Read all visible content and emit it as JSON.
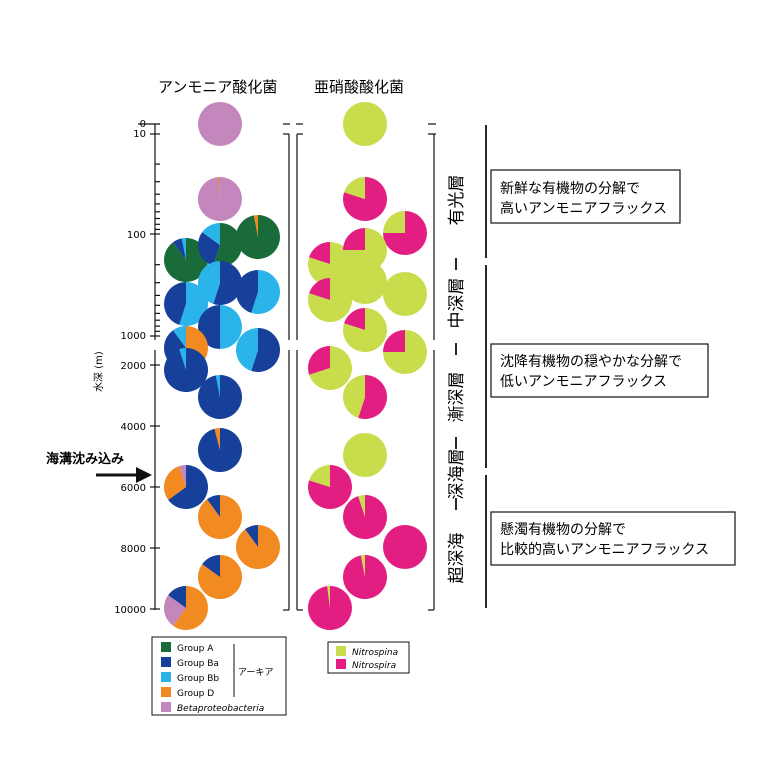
{
  "titles": {
    "ammonia_oxidizers": "アンモニア酸化菌",
    "nitrite_oxidizers": "亜硝酸酸化菌"
  },
  "axis": {
    "label": "水深 (m)",
    "ticks_log": [
      "0",
      "10",
      "100",
      "1000"
    ],
    "ticks_linear": [
      "2000",
      "4000",
      "6000",
      "8000",
      "10000"
    ]
  },
  "zones": {
    "euphotic": "有光層",
    "mesopelagic": "中深層",
    "bathypelagic": "漸深層",
    "abyssopelagic": "深海層",
    "hadal": "超深海"
  },
  "notes": {
    "note1_line1": "新鮮な有機物の分解で",
    "note1_line2": "高いアンモニアフラックス",
    "note2_line1": "沈降有機物の穏やかな分解で",
    "note2_line2": "低いアンモニアフラックス",
    "note3_line1": "懸濁有機物の分解で",
    "note3_line2": "比較的高いアンモニアフラックス"
  },
  "trench": {
    "label": "海溝沈み込み"
  },
  "legend_ammonia": {
    "items": [
      {
        "label": "Group A",
        "color": "#1a6b3a"
      },
      {
        "label": "Group Ba",
        "color": "#16409a"
      },
      {
        "label": "Group Bb",
        "color": "#2ab4ea"
      },
      {
        "label": "Group D",
        "color": "#f28a22"
      },
      {
        "label": "Betaproteobacteria",
        "color": "#c487bd"
      }
    ],
    "archaea_label": "アーキア"
  },
  "legend_nitrite": {
    "items": [
      {
        "label": "Nitrospina",
        "color": "#c8dc4c"
      },
      {
        "label": "Nitrospira",
        "color": "#e31e82"
      }
    ]
  },
  "colors": {
    "groupA": "#1a6b3a",
    "groupBa": "#16409a",
    "groupBb": "#2ab4ea",
    "groupD": "#f28a22",
    "beta": "#c487bd",
    "nitrospina": "#c8dc4c",
    "nitrospira": "#e31e82"
  },
  "pies_ammonia": [
    {
      "fractions": {
        "beta": 1.0
      }
    },
    {
      "fractions": {
        "beta": 0.99,
        "groupD": 0.01
      }
    },
    {
      "fractions": {
        "groupA": 0.97,
        "groupD": 0.03
      }
    },
    {
      "fractions": {
        "groupA": 0.9,
        "groupBa": 0.07,
        "groupBb": 0.03
      }
    },
    {
      "fractions": {
        "groupA": 0.55,
        "groupBa": 0.3,
        "groupBb": 0.15
      }
    },
    {
      "fractions": {
        "groupBb": 0.55,
        "groupBa": 0.45
      }
    },
    {
      "fractions": {
        "groupBa": 0.55,
        "groupBb": 0.45
      }
    },
    {
      "fractions": {
        "groupBb": 0.55,
        "groupBa": 0.45
      }
    },
    {
      "fractions": {
        "groupBb": 0.5,
        "groupBa": 0.5
      }
    },
    {
      "fractions": {
        "groupBa": 0.55,
        "groupBb": 0.45
      }
    },
    {
      "fractions": {
        "groupD": 0.6,
        "groupBa": 0.3,
        "groupBb": 0.1
      }
    },
    {
      "fractions": {
        "groupBa": 0.95,
        "groupBb": 0.05
      }
    },
    {
      "fractions": {
        "groupBa": 0.97,
        "groupBb": 0.03
      }
    },
    {
      "fractions": {
        "groupBa": 0.96,
        "groupD": 0.04
      }
    },
    {
      "fractions": {
        "groupBa": 0.65,
        "groupD": 0.3,
        "beta": 0.05
      }
    },
    {
      "fractions": {
        "groupD": 0.9,
        "groupBa": 0.1
      }
    },
    {
      "fractions": {
        "groupD": 0.85,
        "groupBa": 0.15
      }
    },
    {
      "fractions": {
        "groupD": 0.9,
        "groupBa": 0.1
      }
    },
    {
      "fractions": {
        "groupD": 0.6,
        "beta": 0.25,
        "groupBa": 0.15
      }
    }
  ],
  "pies_nitrite": [
    {
      "fractions": {
        "nitrospina": 1.0
      }
    },
    {
      "fractions": {
        "nitrospira": 0.8,
        "nitrospina": 0.2
      }
    },
    {
      "fractions": {
        "nitrospira": 0.75,
        "nitrospina": 0.25
      }
    },
    {
      "fractions": {
        "nitrospina": 0.8,
        "nitrospira": 0.2
      }
    },
    {
      "fractions": {
        "nitrospina": 0.75,
        "nitrospira": 0.25
      }
    },
    {
      "fractions": {
        "nitrospina": 0.8,
        "nitrospira": 0.2
      }
    },
    {
      "fractions": {
        "nitrospina": 1.0
      }
    },
    {
      "fractions": {
        "nitrospina": 1.0
      }
    },
    {
      "fractions": {
        "nitrospina": 0.8,
        "nitrospira": 0.2
      }
    },
    {
      "fractions": {
        "nitrospina": 0.75,
        "nitrospira": 0.25
      }
    },
    {
      "fractions": {
        "nitrospina": 0.7,
        "nitrospira": 0.3
      }
    },
    {
      "fractions": {
        "nitrospira": 0.55,
        "nitrospina": 0.45
      }
    },
    {
      "fractions": {
        "nitrospina": 1.0
      }
    },
    {
      "fractions": {
        "nitrospira": 0.8,
        "nitrospina": 0.2
      }
    },
    {
      "fractions": {
        "nitrospira": 0.95,
        "nitrospina": 0.05
      }
    },
    {
      "fractions": {
        "nitrospira": 1.0
      }
    },
    {
      "fractions": {
        "nitrospira": 0.97,
        "nitrospina": 0.03
      }
    },
    {
      "fractions": {
        "nitrospira": 0.98,
        "nitrospina": 0.02
      }
    }
  ]
}
